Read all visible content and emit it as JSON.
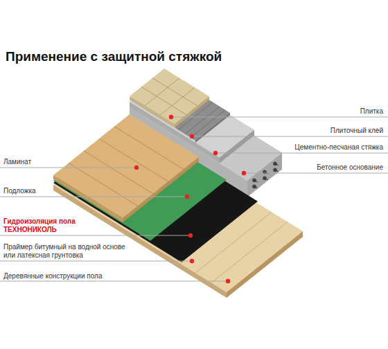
{
  "diagram": {
    "title": "Применение с защитной стяжкой",
    "labels": [
      "Плитка",
      "Плиточный клей",
      "Ламинат",
      "Цементно-песчаная стяжка",
      "Бетонное основание",
      "Подложка",
      "Гидроизоляция пола ТЕХНОНИКОЛЬ",
      "Праймер битумный на водной основе или латексная грунтовка",
      "Деревянные конструкции пола"
    ]
  }
}
